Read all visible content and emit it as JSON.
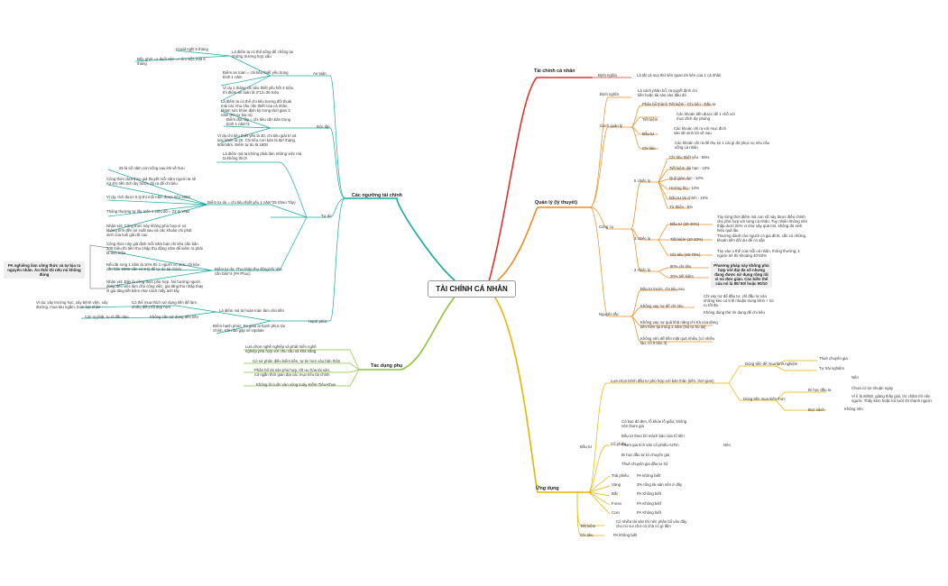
{
  "root": "TÀI CHÍNH CÁ NHÂN",
  "colors": {
    "red": "#e0302f",
    "orange": "#f08a1e",
    "yellow": "#e9b400",
    "green": "#8cc43c",
    "teal": "#1aa9a2",
    "blue": "#1f5fa8"
  },
  "tcn": {
    "title": "Tài chính cá nhân",
    "dn": "Định nghĩa",
    "dn_text": "Là tất cả mọi thứ liên quan tới tiền của 1 cá nhân"
  },
  "ql": {
    "title": "Quản lý (lý thuyết)",
    "dn": "Định nghĩa",
    "dn_text": "Là cách phân bổ, ra quyết định chi tiền hoặc tài sản vào đâu đó",
    "cach": "Cách quản lý",
    "cach_tag": "Phân bổ thành Tiết kiệm - Chi tiêu - Đầu tư",
    "tk": "Tiết kiệm",
    "tk_text": "Các khoản tiền được để 1 chỗ với mục đích dự phòng",
    "dt": "Đầu tư",
    "dt_text": "Các khoản chi ra với mục đích sản đẻ sinh lời về sau",
    "ct": "Chi tiêu",
    "ct_text": "Các khoản chi ra để thụ lợi 1 cái gì đó phục vụ nhu cầu sống cá nhân",
    "cong_cu": "Công cụ",
    "h6": "6 chiếc lọ",
    "h6_items": [
      "Chi tiêu thiết yếu - 55%",
      "Tiết kiệm dài hạn - 10%",
      "Quỹ giáo dục - 10%",
      "Hưởng thụ - 10%",
      "Đầu tư tài chính - 10%",
      "Từ thiện - 5%"
    ],
    "h3": "3 chiếc lọ",
    "h3_items": [
      "Đầu tư (20-40%)",
      "Tiết kiệm (10-20%)",
      "Chi tiêu (40-70%)"
    ],
    "h3_notes": [
      "Tùy từng thời điểm mà con số này được điều chỉnh cho phù hợp với từng cá nhân. Tuy nhiên không nên thấp dưới 20% vì như vậy quá mỏ, không đủ sinh hiệu quả lâu",
      "Thường dành cho người có gia đình, cần có những khoản tiền dồi dư để có sẵn",
      "Tùy vào u thế của mỗi cá nhân, thông thường, 1 người trẻ thì khoảng 40-50%"
    ],
    "h2": "2 chiếc lọ",
    "h2_items": [
      "80% chi tiêu",
      "20% tiết kiệm"
    ],
    "h2_note": "Phương pháp này không phù hợp với đại đa số nhưng đang được sử dụng rộng rãi vì nó đơn giản. Các biến thể của nó là 80/ 50/ hoặc 90/10",
    "ng": "Nguyên tắc",
    "ng_items": [
      "Đầu tư trước, chi tiêu sau",
      "Không vay nợ để chi tiêu",
      "Không vay nợ quá khả năng chi trả của dòng tiền hiện tại trong 1 năm (Nó tự bù lại)",
      "Không nên để tiền mặt quá nhiều (có nhiều lạu, có ít tiêu ít)"
    ],
    "ng_sub": [
      "Chỉ vay nợ để đầu tư, chỉ đầu tư vào những kèo có tỉ lệ nhuận trung bình + rủi ro tốt đa",
      "Không dùng thẻ tín dụng để chi tiêu"
    ]
  },
  "ud": {
    "title": "Ứng dụng",
    "dt": "Đầu tư",
    "lua_chon": "Lựa chọn kênh đầu tư phù hợp với bản thân (tiền, thời gian)",
    "dung_tien": "Dùng tiền để mua kinh nghiệm",
    "thue": "Thuê chuyên gia",
    "tu_trai": "Tự trải nghiệm",
    "mua_kien_thuc": "Dùng tiền mua kiến thức",
    "khoa_hoc": "Đi học đầu tư",
    "nen": "Nên",
    "chua": "Chưa có lợi nhuận ngay",
    "kh_text": "Vì lí là 50/50, giảng thầy giỏi, trò chăm thì nên người. Thầy kém hoặc trò lười thì thành người",
    "doc_sach": "Đọc sách",
    "khong_nen": "Không nên",
    "co_phieu": "Cổ phiếu",
    "cp_items": [
      "Có bạc đỏ đen, lỗ khóe lỗ giấu, không nên tham gia",
      "Đầu tư theo lời mách bảo của tổ tiên",
      "Tham gia tích sản cổ phiếu AzFin",
      "Đi học đầu tư từ chuyên gia",
      "Thuê chuyên gia đầu tư hộ"
    ],
    "cp_nen": "Nên",
    "assets": [
      {
        "k": "Trái phiếu",
        "v": "PA không biết"
      },
      {
        "k": "Vàng",
        "v": "3% tổng tài sản nên ở đây"
      },
      {
        "k": "Đất",
        "v": "PA Không biết"
      },
      {
        "k": "Forex",
        "v": "PA Không biết"
      },
      {
        "k": "Coin",
        "v": "PA Không biết"
      }
    ],
    "tk": "Tiết kiệm",
    "tk_text": "Có nhiều tài sản thì nên phân bổ vào đây cho nó vui chứ cũ chả có gì lắm",
    "ct": "Chi tiêu",
    "ct_text": "PA không biết"
  },
  "tdp": {
    "title": "Tác dụng phụ",
    "items": [
      "Lựa chọn nghề nghiệp và phát triển nghề nghiệp phù hợp với nhu cầu và khả năng",
      "Có sở phân điều kiểm tiền, tự tin hơn vào bản thân",
      "Phân bổ tài sản phù hợp, tốt ưu hóa tài sản, rút ngắn thời gian đạt các mục tiêu tài chính",
      "Không lũ cuốn vào vòng soáy Kiếm-Tiêu-Khoe"
    ]
  },
  "cnt": {
    "title": "Các ngưỡng tài chính",
    "an_toan": "An toàn",
    "at_a": "Là điểm ta có thể sống để chống lại những trường hợp xấu",
    "covid": "Covid nghỉ 6 tháng",
    "bep": "Bếp ghét => đuổi việc => tìm việc mất 6 tháng",
    "at_b": "Điểm an toàn = chi tiêu thiết yếu trung bình 1 năm",
    "at_c": "Ví dụ 1 tháng chi tiêu thiết yếu hết 3 triệu thì điểm an toàn là 3*12=36 triệu",
    "doc_lap": "Độc lập",
    "dl_a": "Là điểm ta có thể chi tiêu tương đối thoải mái các nhu cầu cần thiết của cá nhân, khám sức khỏe định kỳ trong thời gian 3 năm (PA tự bịa ra)",
    "dl_b": "Điểm độc lập = chi tiêu cần bản trung bình 1 năm*3",
    "dl_c": "Ví dụ chi tiêu thiết yếu là 3tr, chi tiêu giải trí và sức khỏe là 2tr. Chi tiêu cơn bản là 5tr/ tháng. 60tr/năm. Điểm tự do là 180tr",
    "tu_do": "Tự do",
    "td_a": "Là điểm mà ta không phải làm những việc mà ta không thích",
    "td_b": "Điểm tự do = chi tiêu thiết yếu 1 năm*25 (theo Tây)",
    "td_b_items": [
      "25 là số năm còn sống sau khi về hưu",
      "Công thức dựa theo giả thuyết mỗi năm người ta sẽ rút 4% tiền tích lũy trước đó ra để chi tiêu",
      "Ví dụ, tích được 5 tỷ thì mỗi năm được tiêu 200tr",
      "Thông thường tự lấy mốc 1 triệu đô = 23 tỷ VNĐ",
      "Nhận xét: Công thức này không phù hợp vì nó không tính đến lợi suất sau và các khoản chi phát sinh của tuổi già rất cao"
    ],
    "td_c": "Điểm tự do: Thu nhập thụ động/chi tiêu cần bản*4 (PA Phuc)",
    "td_c_items": [
      "Công thức này giả định mỗi năm bạn chi tiêu cần bản 200 triệu thì tiền thu nhập thụ động năm để kiếm ra phải là 800 triệu",
      "Nếu lãi rong 1 năm là 10% thì 1 người có mức chi tiêu cần bản 200tr cần có 8 tỷ để tự do tài chính",
      "Nhận xét: Đây là công thức phù hợp. Nó hướng người dùng đến việc làm chủ công việc, gia tăng thu nhập thay vì gia tăng tiết kiệm như cách mấy anh tây"
    ],
    "side_box": "PA nghiêng làm công thức và tự bịa ra nguyên nhân. Ăn thôi tôi nếu nó không đúng",
    "hanh_phuc": "Hạnh phúc",
    "hp_a": "Là điểm mà ta hoàn toàn làm chủ tiền",
    "hp_a1": "Có thể mua thích sử dụng tiền để làm nhiều điều tốt đẹp hơn",
    "hp_a1_sub": "Ví dụ: xây trường học, xây bệnh viện, xây đường, mua tàu ngầm, bom hạt nhân",
    "hp_a2": "Không cần sử dụng đến tiền",
    "hp_a2_sub": "Các vị phật, tu sĩ đắc đạo",
    "hp_b": "Điểm hạnh phúc: PA giao ai hạnh phúc tài chính. Khi nào gặp sẽ Update"
  }
}
